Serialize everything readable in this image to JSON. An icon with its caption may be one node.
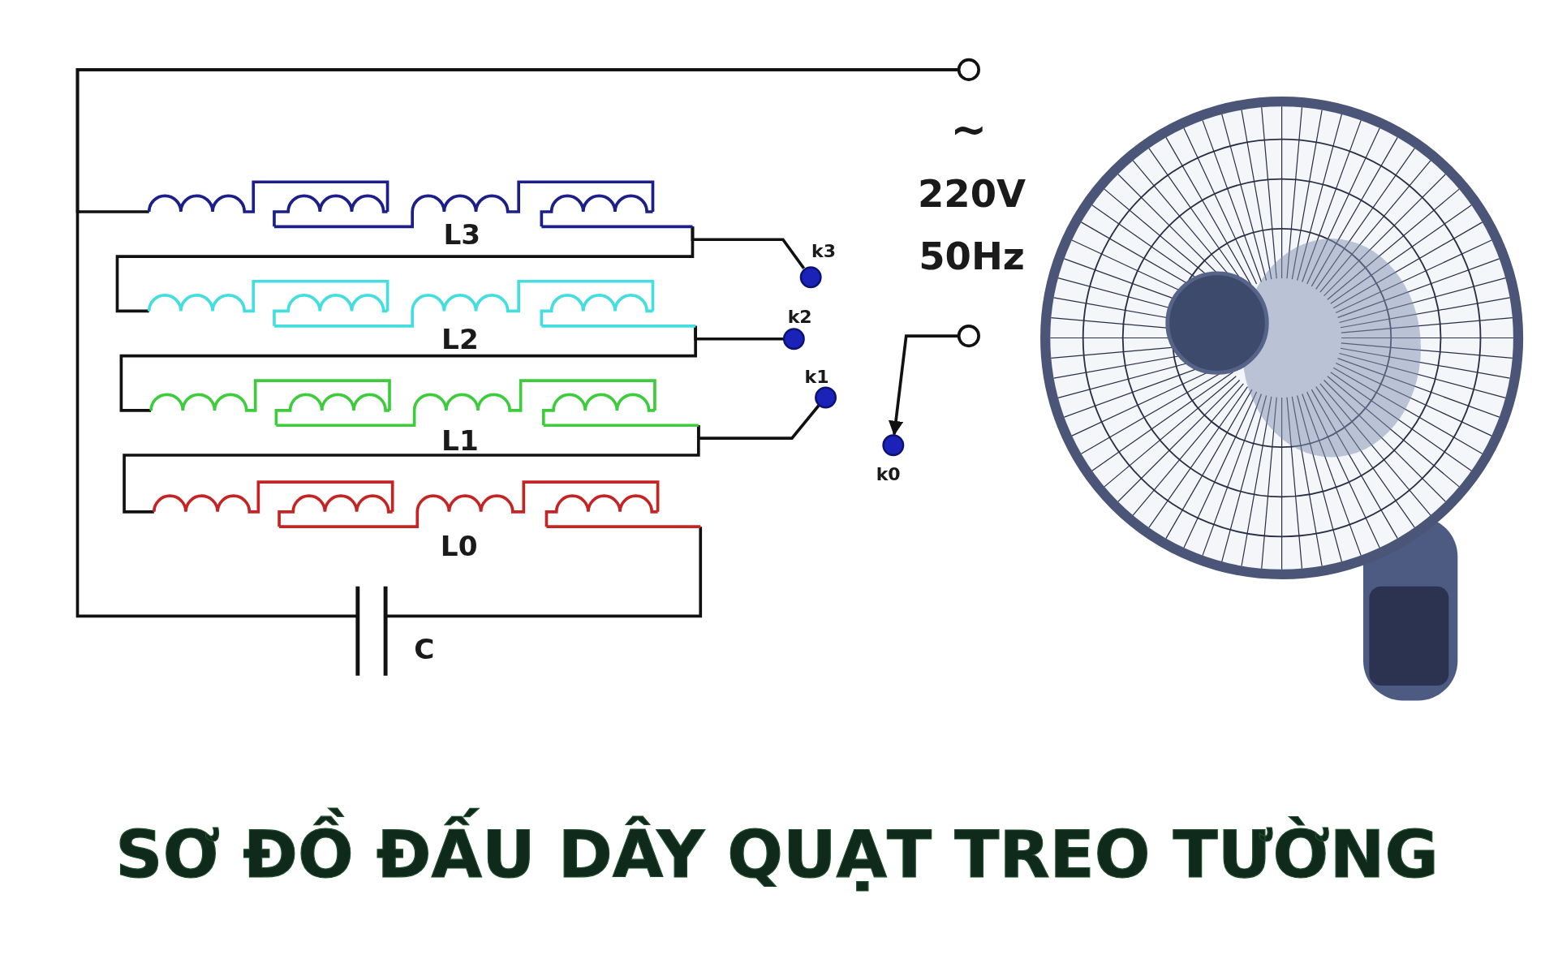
{
  "diagram": {
    "title": "SƠ ĐỒ ĐẤU DÂY QUẠT TREO TƯỜNG",
    "nodes": [
      {
        "text": [],
        "shape": "circle"
      },
      {
        "text": [
          "L3"
        ]
      },
      {
        "text": [
          "k3"
        ]
      },
      {
        "text": [
          "L2"
        ]
      },
      {
        "text": [
          "k2"
        ]
      },
      {
        "text": [
          "L1"
        ]
      },
      {
        "text": [
          "k1"
        ]
      },
      {
        "text": [],
        "shape": "circle"
      },
      {
        "text": [
          "k0"
        ]
      },
      {
        "text": [
          "L0"
        ]
      },
      {
        "text": [
          "C"
        ]
      }
    ],
    "edges": [
      {
        "from": 0,
        "to": 1,
        "arrow": "none"
      },
      {
        "from": 0,
        "to": 10,
        "arrow": "none"
      },
      {
        "from": 1,
        "to": 3,
        "arrow": "none"
      },
      {
        "from": 1,
        "to": 2,
        "arrow": "none"
      },
      {
        "from": 3,
        "to": 5,
        "arrow": "none"
      },
      {
        "from": 3,
        "to": 4,
        "arrow": "none"
      },
      {
        "from": 5,
        "to": 9,
        "arrow": "none"
      },
      {
        "from": 5,
        "to": 6,
        "arrow": "none"
      },
      {
        "from": 9,
        "to": 10,
        "arrow": "none"
      },
      {
        "from": 7,
        "to": 8,
        "arrow": "to"
      }
    ],
    "labels": [
      "~",
      "220V",
      "50Hz"
    ]
  }
}
